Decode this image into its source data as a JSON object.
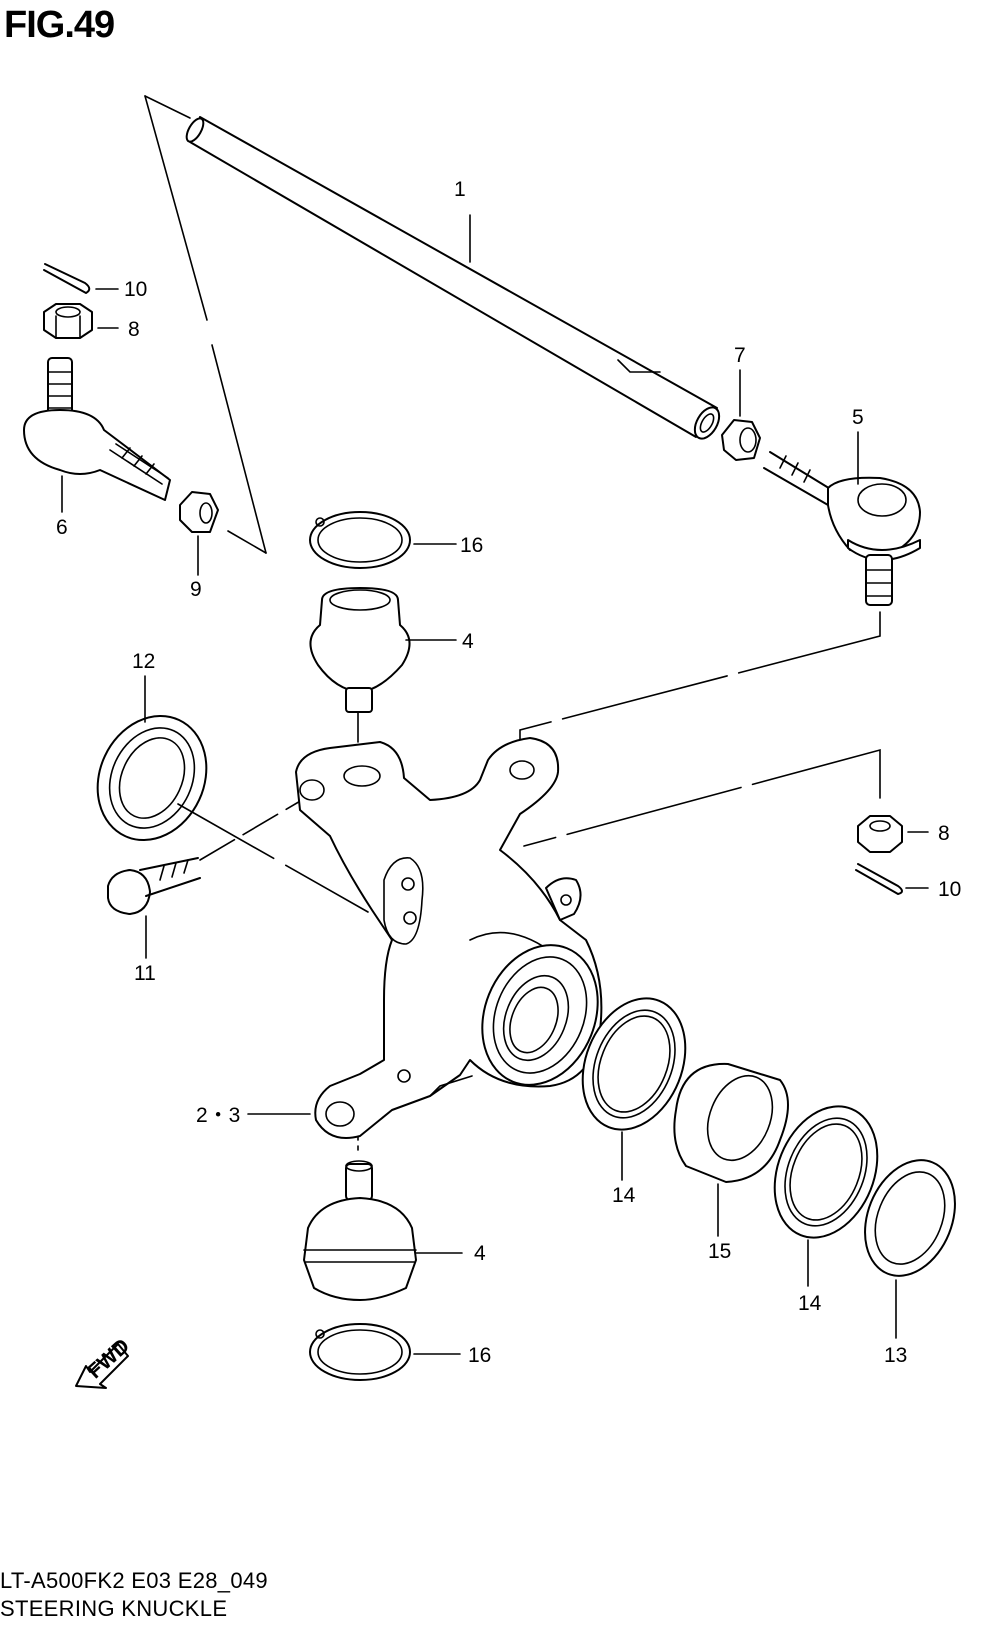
{
  "figure": {
    "title": "FIG.49"
  },
  "footer": {
    "code": "LT-A500FK2 E03 E28_049",
    "caption": "STEERING KNUCKLE"
  },
  "fwd_mark": {
    "text": "FWD"
  },
  "callouts": [
    {
      "id": "c1",
      "text": "1"
    },
    {
      "id": "c10a",
      "text": "10"
    },
    {
      "id": "c8a",
      "text": "8"
    },
    {
      "id": "c7",
      "text": "7"
    },
    {
      "id": "c5",
      "text": "5"
    },
    {
      "id": "c6",
      "text": "6"
    },
    {
      "id": "c16a",
      "text": "16"
    },
    {
      "id": "c9",
      "text": "9"
    },
    {
      "id": "c4a",
      "text": "4"
    },
    {
      "id": "c12",
      "text": "12"
    },
    {
      "id": "c8b",
      "text": "8"
    },
    {
      "id": "c10b",
      "text": "10"
    },
    {
      "id": "c11",
      "text": "11"
    },
    {
      "id": "c23",
      "text": "2・3"
    },
    {
      "id": "c14a",
      "text": "14"
    },
    {
      "id": "c15",
      "text": "15"
    },
    {
      "id": "c4b",
      "text": "4"
    },
    {
      "id": "c14b",
      "text": "14"
    },
    {
      "id": "c16b",
      "text": "16"
    },
    {
      "id": "c13",
      "text": "13"
    }
  ]
}
